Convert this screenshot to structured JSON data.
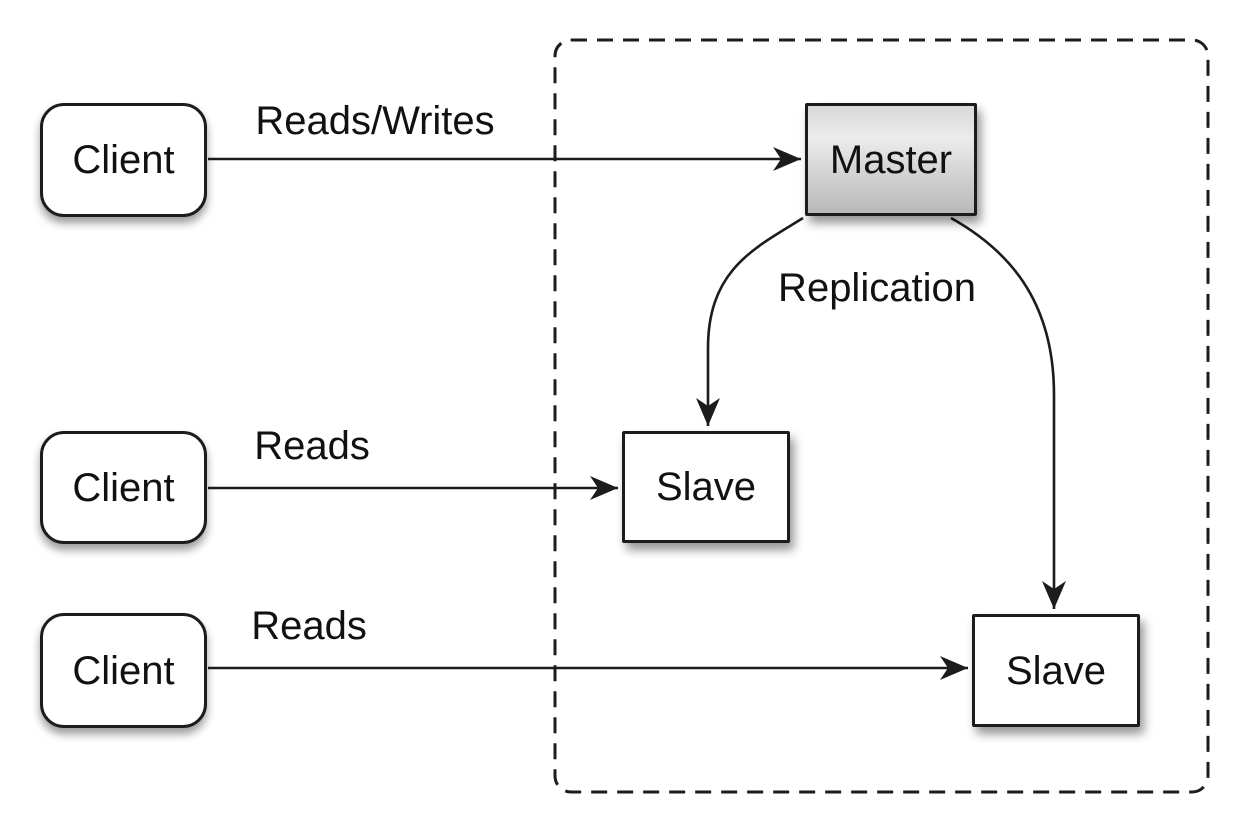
{
  "diagram": {
    "nodes": {
      "client1": {
        "label": "Client"
      },
      "client2": {
        "label": "Client"
      },
      "client3": {
        "label": "Client"
      },
      "master": {
        "label": "Master"
      },
      "slave1": {
        "label": "Slave"
      },
      "slave2": {
        "label": "Slave"
      }
    },
    "edge_labels": {
      "client1_master": "Reads/Writes",
      "client2_slave1": "Reads",
      "client3_slave2": "Reads",
      "master_slaves": "Replication"
    },
    "colors": {
      "stroke": "#1c1c1c",
      "text": "#111111",
      "node_fill": "#ffffff",
      "master_gradient_top": "#d8d8d8",
      "master_gradient_middle": "#ececec",
      "master_gradient_bottom": "#b9b9b9",
      "background": "#ffffff"
    }
  }
}
